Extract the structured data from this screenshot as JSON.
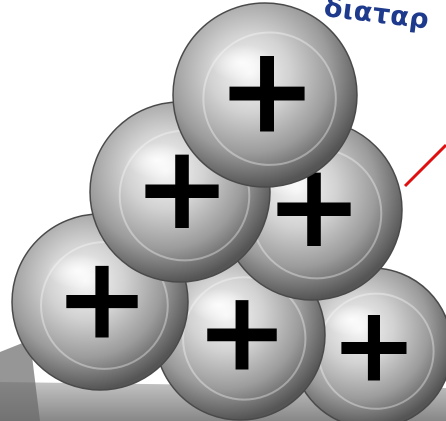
{
  "caption": "διαταρ",
  "balls": [
    {
      "label": "+",
      "row": "top"
    },
    {
      "label": "+",
      "row": "middle-left"
    },
    {
      "label": "+",
      "row": "middle-right"
    },
    {
      "label": "+",
      "row": "bottom-left"
    },
    {
      "label": "+",
      "row": "bottom-center"
    },
    {
      "label": "+",
      "row": "bottom-right"
    }
  ],
  "colors": {
    "sphere_light": "#f2f2f2",
    "sphere_mid": "#a8a8a8",
    "sphere_dark": "#5c5c5c",
    "plus_sign": "#000000",
    "arrow": "#e01010",
    "caption_text": "#1e3a8c",
    "base": "#9a9a9a"
  }
}
